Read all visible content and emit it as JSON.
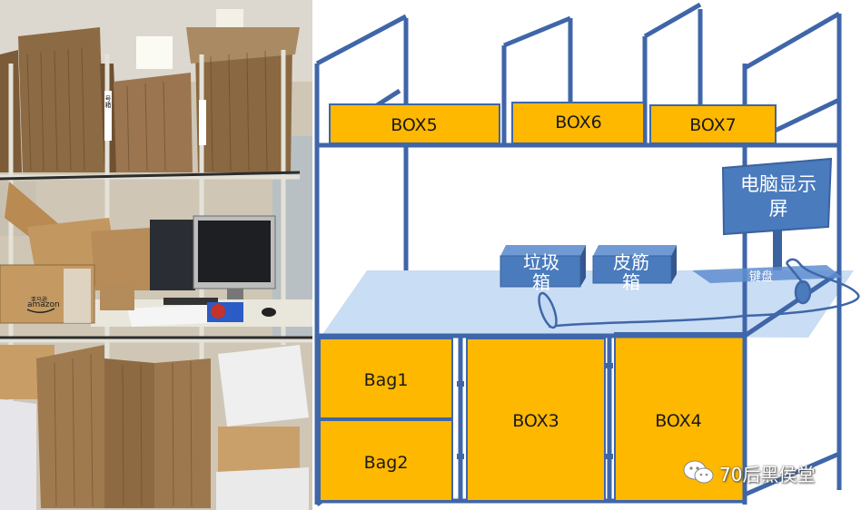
{
  "diagram": {
    "shelf_boxes": [
      "BOX5",
      "BOX6",
      "BOX7"
    ],
    "lower_compartments": [
      "Bag1",
      "Bag2",
      "BOX3",
      "BOX4"
    ],
    "trash_bin": [
      "垃圾",
      "箱"
    ],
    "rubber_band_box": [
      "皮筋",
      "箱"
    ],
    "monitor": [
      "电脑显示",
      "屏"
    ],
    "keyboard": "键盘"
  },
  "photo_labels": {
    "carton_brand": "amazon",
    "carton_brand_sub": "亚马逊",
    "post_tag": "号箱"
  },
  "watermark": "70后黑侯堂",
  "colors": {
    "frame": "#3f66a8",
    "box_fill": "#ffb800",
    "box_stroke": "#3f66a8",
    "desk": "#c3d9f3",
    "widget_fill": "#4a7bbd",
    "widget_stroke": "#3a62a0"
  },
  "icons": {
    "watermark_logo": "wechat-icon"
  }
}
